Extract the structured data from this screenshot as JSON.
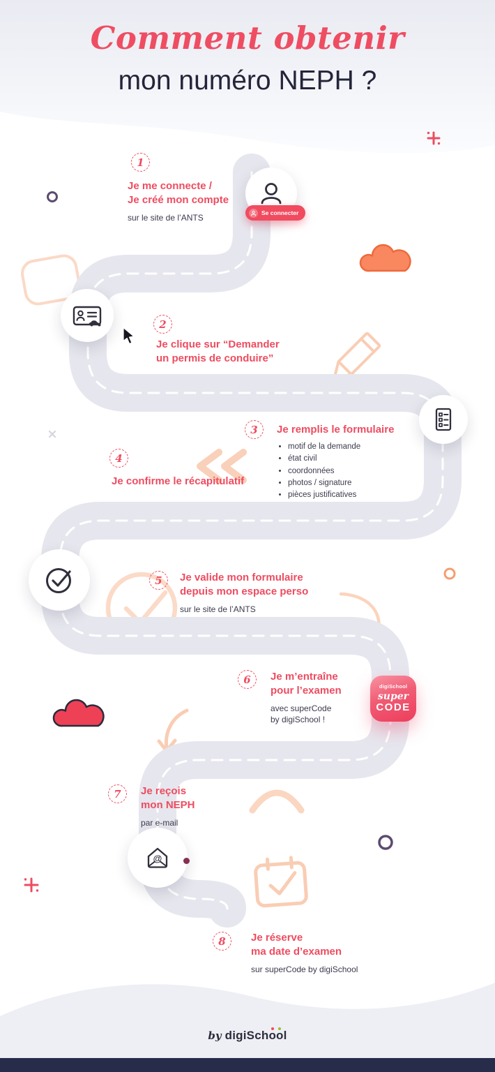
{
  "title": {
    "script": "Comment obtenir",
    "main": "mon numéro NEPH ?"
  },
  "steps": [
    {
      "num": "1",
      "title": "Je me connecte /\nJe créé mon compte",
      "subtitle": "sur le site de l’ANTS"
    },
    {
      "num": "2",
      "title": "Je clique sur “Demander\nun permis de conduire”"
    },
    {
      "num": "3",
      "title": "Je remplis le formulaire",
      "bullets": [
        "motif de la demande",
        "état civil",
        "coordonnées",
        "photos / signature",
        "pièces justificatives"
      ]
    },
    {
      "num": "4",
      "title": "Je confirme le récapitulatif"
    },
    {
      "num": "5",
      "title": "Je valide mon formulaire\ndepuis mon espace perso",
      "subtitle": "sur le site de l’ANTS"
    },
    {
      "num": "6",
      "title": "Je m’entraîne\npour l’examen",
      "subtitle": "avec superCode\nby digiSchool !"
    },
    {
      "num": "7",
      "title": "Je reçois\nmon NEPH",
      "subtitle": "par e-mail"
    },
    {
      "num": "8",
      "title": "Je réserve\nma date d’examen",
      "subtitle": "sur superCode by digiSchool"
    }
  ],
  "connect": {
    "label": "Se connecter"
  },
  "badge": {
    "brand": "digiSchool",
    "line1": "super",
    "line2": "CODE"
  },
  "footer": {
    "by": "by",
    "brand_pre": "digiSch",
    "o1": "o",
    "o2": "o",
    "brand_post": "l"
  },
  "icons": {
    "step1": "user-icon",
    "step1_button": "user-icon",
    "step2": "id-card-car-icon",
    "step2_pointer": "mouse-cursor-icon",
    "step3": "form-checklist-icon",
    "step5": "check-circle-icon",
    "step6": "supercode-app-icon",
    "step7": "envelope-at-icon",
    "decorations": [
      "cloud-icon",
      "pencil-icon",
      "calendar-check-icon",
      "chevrons-icon",
      "sparkle-icon",
      "ring-icon",
      "curved-arrow-icon",
      "wave-icon",
      "check-circle-outline-icon",
      "squircle-outline-icon"
    ]
  },
  "colors": {
    "accent": "#ee4c60",
    "peach": "#f9cdb4",
    "orange": "#f9875f",
    "road": "#e6e6ee",
    "navy_bar": "#272c4a",
    "purple": "#5d4a6f"
  }
}
